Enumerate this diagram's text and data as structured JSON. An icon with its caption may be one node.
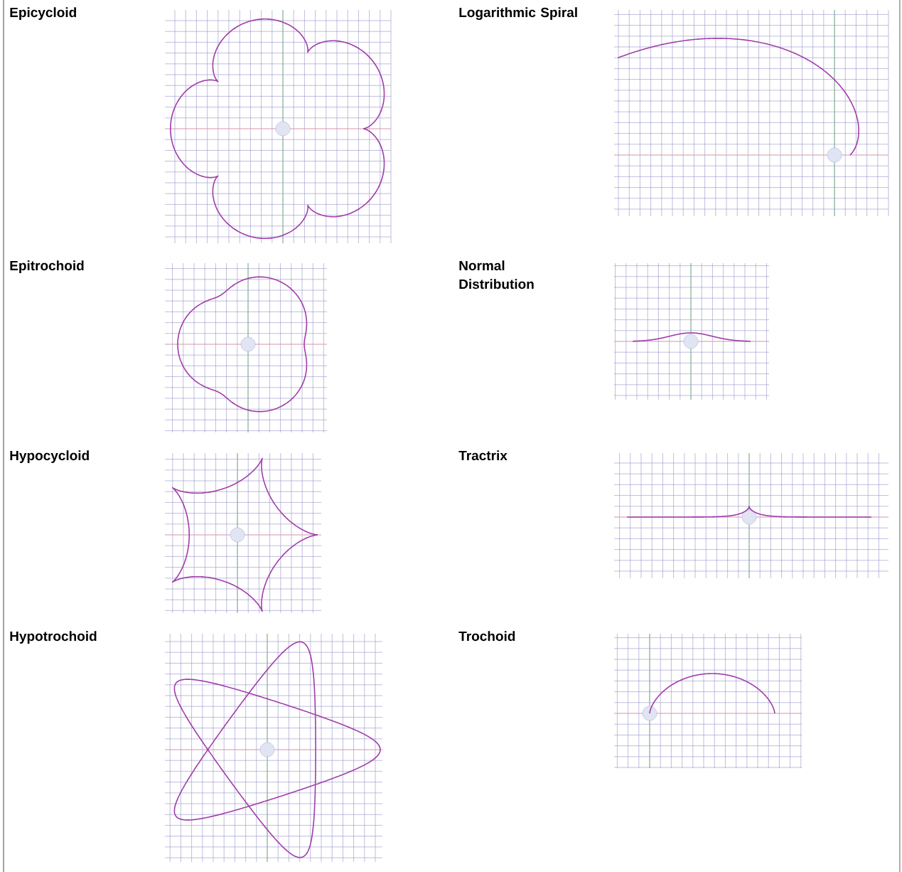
{
  "diagram": {
    "labels": [
      "Epicycloid",
      "Logarithmic Spiral",
      "Epitrochoid",
      "Normal Distribution",
      "Hypocycloid",
      "Tractrix",
      "Hypotrochoid",
      "Trochoid"
    ]
  }
}
